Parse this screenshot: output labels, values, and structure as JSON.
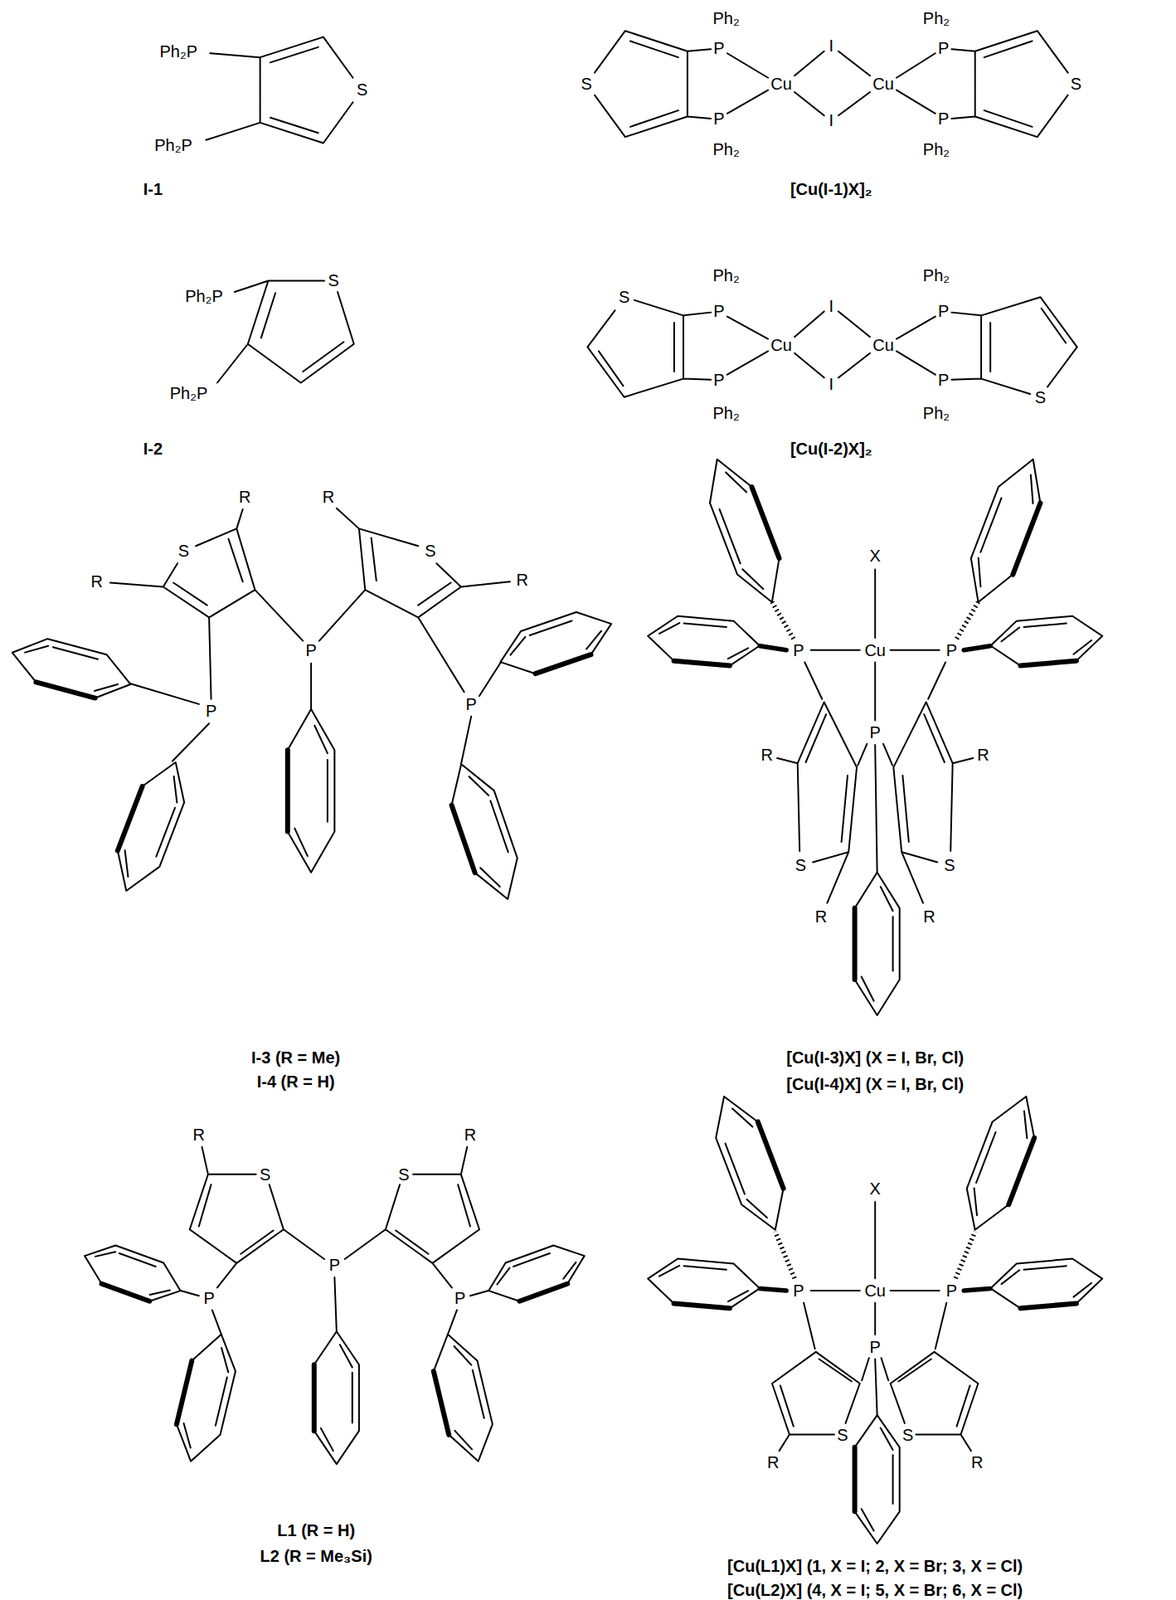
{
  "diagram": {
    "labels": [
      "Ph₂P",
      "S",
      "Ph₂P",
      "I-1",
      "Ph₂",
      "S",
      "P",
      "Cu",
      "I",
      "Cu",
      "P",
      "Ph₂",
      "S",
      "I",
      "P",
      "P",
      "Ph₂",
      "Ph₂",
      "[Cu(I-1)X]₂",
      "Ph₂P",
      "S",
      "Ph₂P",
      "I-2",
      "Ph₂",
      "S",
      "P",
      "Cu",
      "I",
      "Cu",
      "P",
      "Ph₂",
      "I",
      "P",
      "P",
      "S",
      "Ph₂",
      "Ph₂",
      "[Cu(I-2)X]₂",
      "R",
      "R",
      "S",
      "S",
      "R",
      "R",
      "P",
      "P",
      "P",
      "I-3 (R = Me)",
      "I-4 (R = H)",
      "X",
      "P",
      "Cu",
      "P",
      "P",
      "R",
      "R",
      "S",
      "S",
      "R",
      "R",
      "[Cu(I-3)X] (X = I, Br, Cl)",
      "[Cu(I-4)X] (X = I, Br, Cl)",
      "R",
      "R",
      "S",
      "S",
      "P",
      "P",
      "P",
      "L1 (R = H)",
      "L2 (R = Me₃Si)",
      "X",
      "P",
      "Cu",
      "P",
      "P",
      "S",
      "S",
      "R",
      "R",
      "[Cu(L1)X] (1, X = I; 2, X = Br; 3, X = Cl)",
      "[Cu(L2)X] (4, X = I; 5, X = Br; 6, X = Cl)"
    ]
  }
}
